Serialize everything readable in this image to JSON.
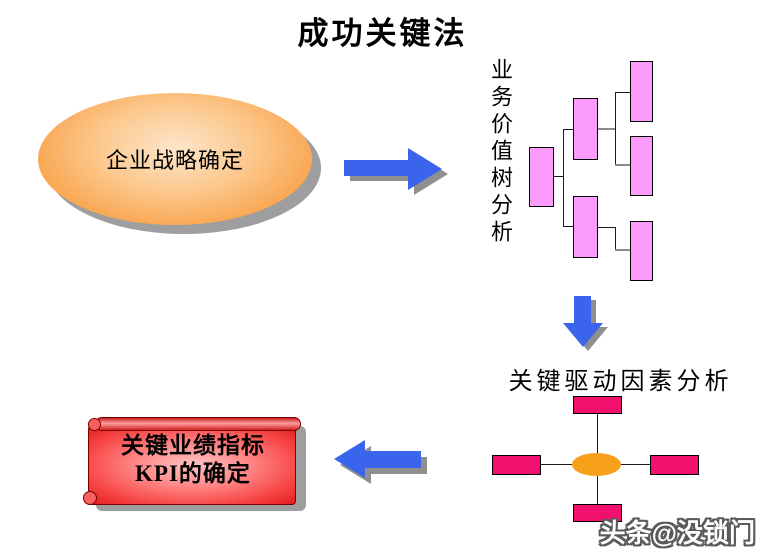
{
  "title": "成功关键法",
  "strategy_ellipse": {
    "label": "企业战略确定"
  },
  "value_tree": {
    "label": "业务价值树分析"
  },
  "driver_analysis": {
    "label": "关键驱动因素分析"
  },
  "kpi_scroll": {
    "line1": "关键业绩指标",
    "line2": "KPI的确定"
  },
  "watermark": {
    "label": "头条@没锁门"
  },
  "colors": {
    "arrow_blue": "#3a64ec",
    "arrow_shadow_gray": "#8f8f8f",
    "tree_node_pink": "#fb9bfb",
    "driver_node_crimson": "#f2106e",
    "hub_orange": "#f7a11a",
    "strategy_orange": "#f89030",
    "scroll_red": "#e51d1d"
  }
}
